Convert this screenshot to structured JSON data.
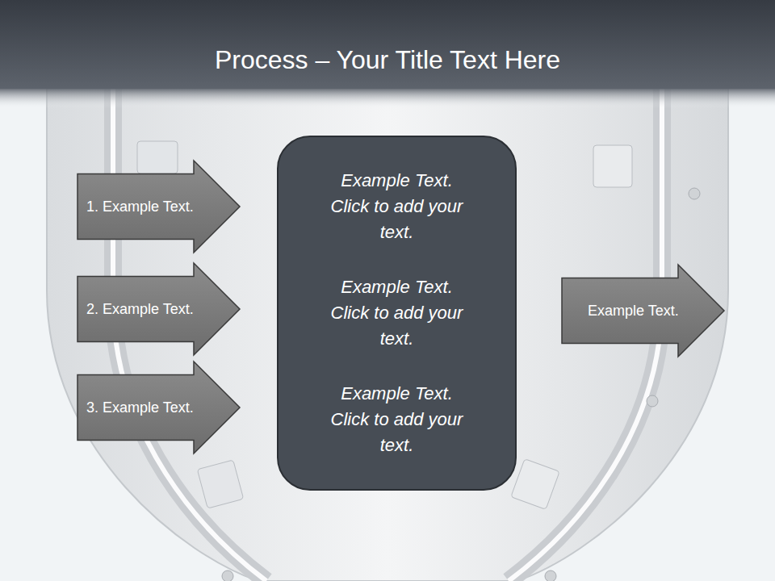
{
  "diagram": {
    "title": "Process – Your Title Text Here",
    "nodes": [
      {
        "text": [
          "1. Example Text."
        ]
      },
      {
        "text": [
          "2. Example Text."
        ]
      },
      {
        "text": [
          "3. Example Text."
        ]
      },
      {
        "text": [
          "Example Text. Click to add your text.",
          "Example Text. Click to add your text.",
          "Example Text. Click to add your text."
        ]
      },
      {
        "text": [
          "Example Text."
        ]
      }
    ]
  }
}
